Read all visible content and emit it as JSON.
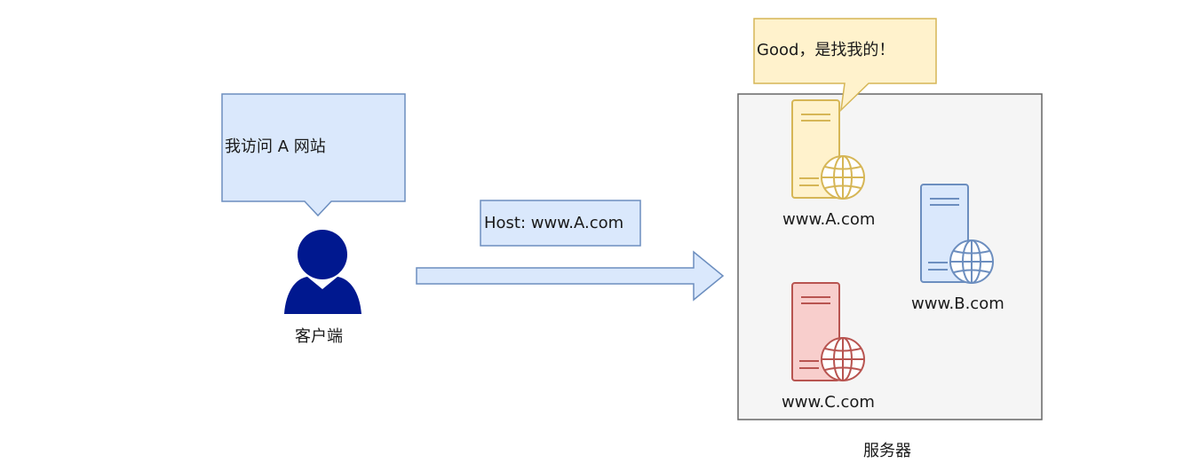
{
  "diagram": {
    "client": {
      "bubble_text": "我访问 A 网站",
      "label": "客户端"
    },
    "request": {
      "host_header": "Host: www.A.com"
    },
    "server_group": {
      "label": "服务器",
      "reply_bubble_text": "Good，是找我的！",
      "sites": [
        {
          "domain": "www.A.com",
          "color": "#d6b656"
        },
        {
          "domain": "www.B.com",
          "color": "#6c8ebf"
        },
        {
          "domain": "www.C.com",
          "color": "#b85450"
        }
      ]
    },
    "colors": {
      "client_bubble_fill": "#dae8fc",
      "client_bubble_stroke": "#6c8ebf",
      "person_fill": "#00188f",
      "arrow_fill": "#dae8fc",
      "arrow_stroke": "#6c8ebf",
      "server_box_fill": "#f5f5f5",
      "server_box_stroke": "#666666",
      "reply_bubble_fill": "#fff2cc",
      "reply_bubble_stroke": "#d6b656"
    }
  }
}
